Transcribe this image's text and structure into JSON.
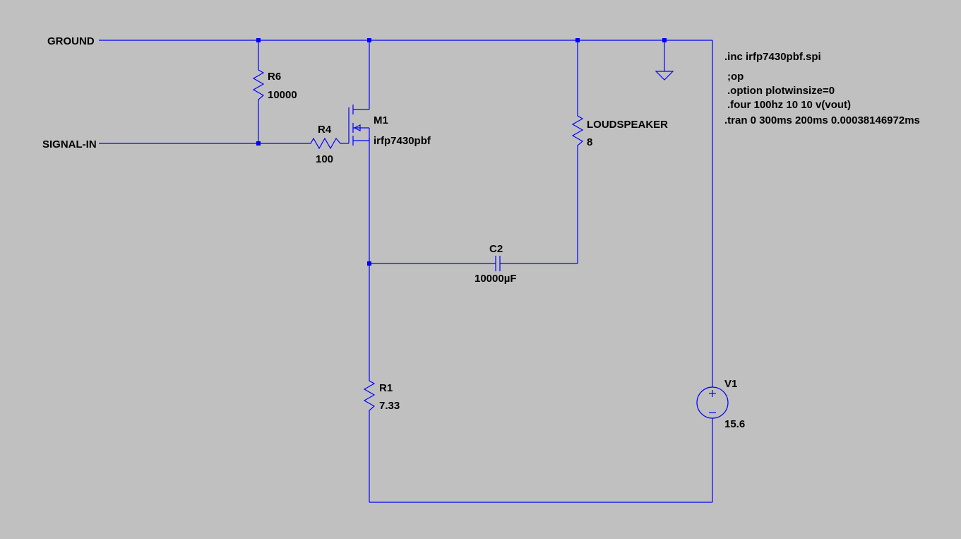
{
  "colors": {
    "background": "#c0c0c0",
    "wire": "#0000ff",
    "text": "#000000"
  },
  "nets": {
    "ground": "GROUND",
    "signal_in": "SIGNAL-IN"
  },
  "components": {
    "r6": {
      "name": "R6",
      "value": "10000"
    },
    "r4": {
      "name": "R4",
      "value": "100"
    },
    "m1": {
      "name": "M1",
      "model": "irfp7430pbf"
    },
    "loudspeaker": {
      "name": "LOUDSPEAKER",
      "value": "8"
    },
    "c2": {
      "name": "C2",
      "value": "10000µF"
    },
    "r1": {
      "name": "R1",
      "value": "7.33"
    },
    "v1": {
      "name": "V1",
      "value": "15.6"
    }
  },
  "directives": [
    ".inc irfp7430pbf.spi",
    ";op",
    ".option plotwinsize=0",
    ".four 100hz 10 10 v(vout)",
    ".tran 0 300ms 200ms 0.00038146972ms"
  ],
  "icons": [
    "ground-symbol-icon",
    "resistor-icon",
    "capacitor-icon",
    "mosfet-icon",
    "voltage-source-icon"
  ]
}
